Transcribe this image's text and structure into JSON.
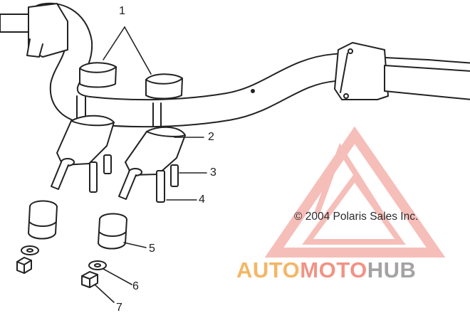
{
  "diagram": {
    "callouts": [
      {
        "id": "1",
        "label": "1"
      },
      {
        "id": "2",
        "label": "2"
      },
      {
        "id": "3",
        "label": "3"
      },
      {
        "id": "4",
        "label": "4"
      },
      {
        "id": "5",
        "label": "5"
      },
      {
        "id": "6",
        "label": "6"
      },
      {
        "id": "7",
        "label": "7"
      }
    ],
    "copyright": "© 2004 Polaris Sales Inc."
  },
  "watermark": {
    "part1": "AUTO",
    "part2": "MOTO",
    "part3": "HUB",
    "colors": {
      "auto": "#f2a23a",
      "moto": "#ee7564",
      "hub": "#8a8a8a",
      "logo": "#f08a80"
    }
  }
}
